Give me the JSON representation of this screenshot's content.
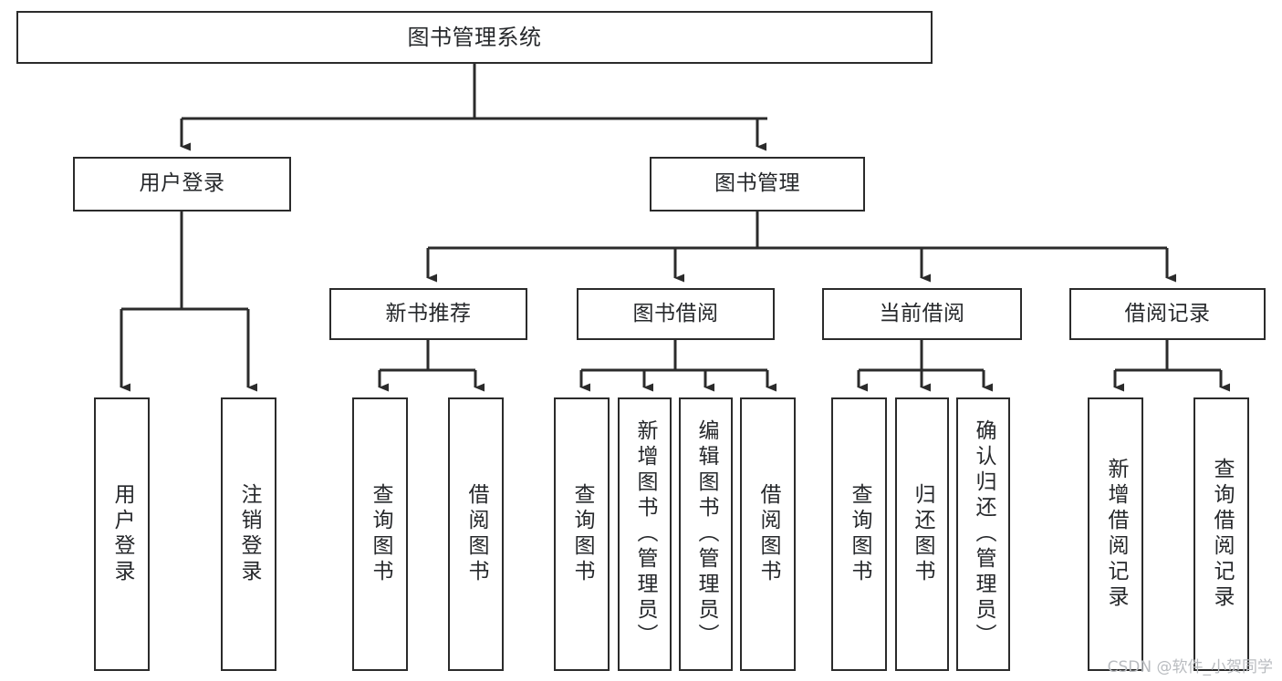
{
  "diagram": {
    "type": "tree-hierarchy",
    "title": "图书管理系统",
    "orientation": "top-down",
    "line_color": "#2b2b2b",
    "box_fill": "#ffffff",
    "text_color": "#26282b"
  },
  "root": {
    "label": "图书管理系统"
  },
  "level2": [
    {
      "label": "用户登录"
    },
    {
      "label": "图书管理"
    }
  ],
  "level3": [
    {
      "label": "新书推荐"
    },
    {
      "label": "图书借阅"
    },
    {
      "label": "当前借阅"
    },
    {
      "label": "借阅记录"
    }
  ],
  "leaves": {
    "user_login": [
      {
        "label": "用户登录"
      },
      {
        "label": "注销登录"
      }
    ],
    "new_book_recommend": [
      {
        "label": "查询图书"
      },
      {
        "label": "借阅图书"
      }
    ],
    "book_borrow": [
      {
        "label": "查询图书"
      },
      {
        "label": "新增图书（管理员）"
      },
      {
        "label": "编辑图书（管理员）"
      },
      {
        "label": "借阅图书"
      }
    ],
    "current_borrow": [
      {
        "label": "查询图书"
      },
      {
        "label": "归还图书"
      },
      {
        "label": "确认归还（管理员）"
      }
    ],
    "borrow_record": [
      {
        "label": "新增借阅记录"
      },
      {
        "label": "查询借阅记录"
      }
    ]
  },
  "watermark": {
    "text": "CSDN @软件_小贺同学"
  }
}
